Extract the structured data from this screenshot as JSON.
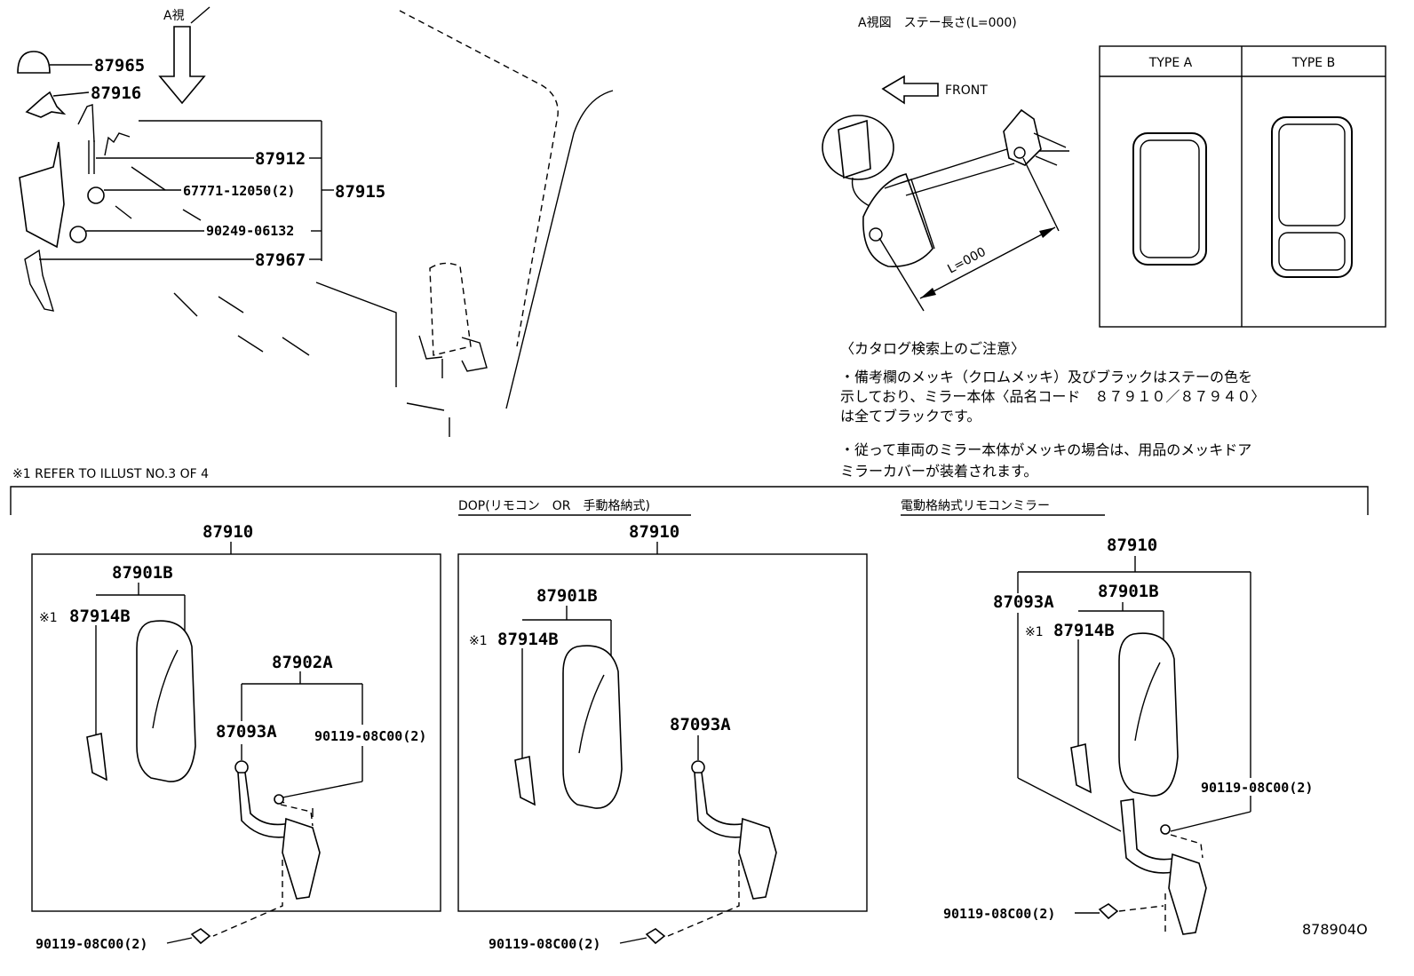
{
  "top_left": {
    "view_arrow_label": "A視",
    "parts": {
      "cap": "87965",
      "bracket": "87916",
      "p87912": "87912",
      "p67771": "67771-12050(2)",
      "p87915": "87915",
      "p90249": "90249-06132",
      "p87967": "87967"
    }
  },
  "view_a": {
    "title": "A視図　ステー長さ(L=000)",
    "front_label": "FRONT",
    "length_label": "L=000"
  },
  "type_table": {
    "type_a": "TYPE A",
    "type_b": "TYPE B"
  },
  "notes": {
    "heading": "〈カタログ検索上のご注意〉",
    "line1": "・備考欄のメッキ（クロムメッキ）及びブラックはステーの色を",
    "line2": "示しており、ミラー本体〈品名コード　８７９１０／８７９４０〉",
    "line3": "は全てブラックです。",
    "line4": "・従って車両のミラー本体がメッキの場合は、用品のメッキドア",
    "line5": "ミラーカバーが装着されます。"
  },
  "refer_note": "※1 REFER TO ILLUST NO.3 OF 4",
  "section_dop": "DOP(リモコン　OR　手動格納式)",
  "section_electric": "電動格納式リモコンミラー",
  "box1": {
    "p87910": "87910",
    "p87901b": "87901B",
    "mark": "※1",
    "p87914b": "87914B",
    "p87902a": "87902A",
    "p87093a": "87093A",
    "p90119_inner": "90119-08C00(2)",
    "p90119_outer": "90119-08C00(2)"
  },
  "box2": {
    "p87910": "87910",
    "p87901b": "87901B",
    "mark": "※1",
    "p87914b": "87914B",
    "p87093a": "87093A",
    "p90119_outer": "90119-08C00(2)"
  },
  "box3": {
    "p87910": "87910",
    "p87093a": "87093A",
    "p87901b": "87901B",
    "mark": "※1",
    "p87914b": "87914B",
    "p90119_inner": "90119-08C00(2)",
    "p90119_outer": "90119-08C00(2)"
  },
  "figure_id": "878904O"
}
